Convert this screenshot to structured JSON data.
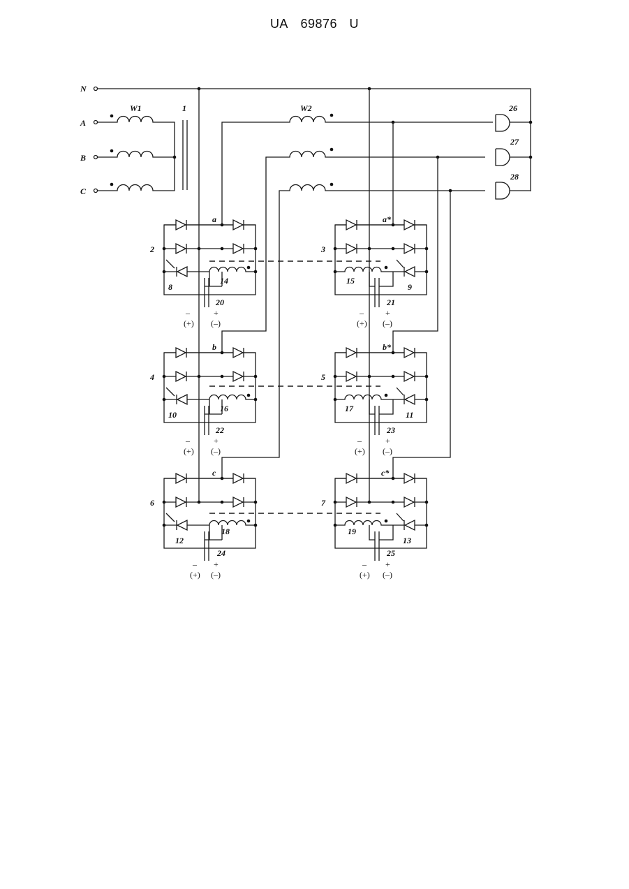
{
  "header": {
    "prefix": "UA",
    "number": "69876",
    "suffix": "U"
  },
  "lines": {
    "N": "N",
    "A": "A",
    "B": "B",
    "C": "C"
  },
  "windings": {
    "w1": "W1",
    "w2": "W2"
  },
  "transformer_label": "1",
  "lamps": [
    "26",
    "27",
    "28"
  ],
  "cells": [
    {
      "id": "2",
      "node": "a",
      "thyristor": "8",
      "coil": "14",
      "cap": "20"
    },
    {
      "id": "3",
      "node": "a*",
      "thyristor": "9",
      "coil": "15",
      "cap": "21"
    },
    {
      "id": "4",
      "node": "b",
      "thyristor": "10",
      "coil": "16",
      "cap": "22"
    },
    {
      "id": "5",
      "node": "b*",
      "thyristor": "11",
      "coil": "17",
      "cap": "23"
    },
    {
      "id": "6",
      "node": "c",
      "thyristor": "12",
      "coil": "18",
      "cap": "24"
    },
    {
      "id": "7",
      "node": "c*",
      "thyristor": "13",
      "coil": "19",
      "cap": "25"
    }
  ],
  "polarity": {
    "minus": "–",
    "plus": "+",
    "alt_plus": "(+)",
    "alt_minus": "(–)"
  }
}
